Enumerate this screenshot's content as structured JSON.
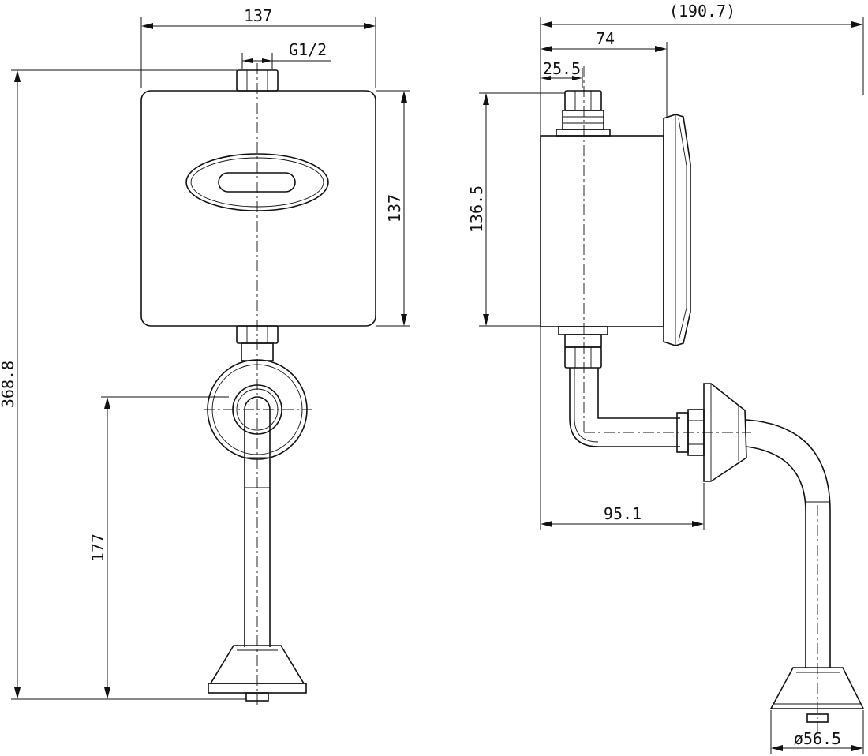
{
  "front_view": {
    "width_dim": "137",
    "thread_dim": "G1/2",
    "height_dim": "137",
    "overall_height_dim": "368.8",
    "drain_height_dim": "177"
  },
  "side_view": {
    "overall_depth_dim": "(190.7)",
    "body_depth_dim": "74",
    "inlet_offset_dim": "25.5",
    "body_height_dim": "136.5",
    "outlet_depth_dim": "95.1",
    "flange_dia_dim": "ø56.5"
  },
  "colors": {
    "line": "#111111",
    "background": "#ffffff"
  }
}
